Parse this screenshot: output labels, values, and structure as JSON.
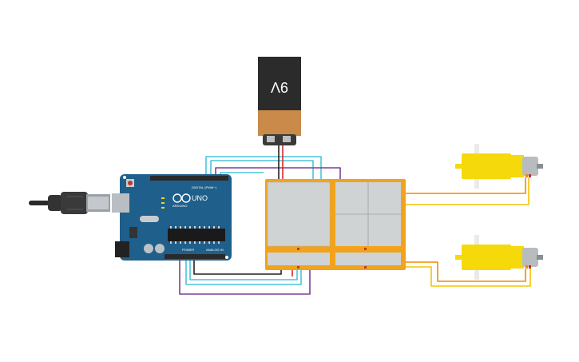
{
  "battery": {
    "label": "9V"
  },
  "arduino": {
    "logo": "UNO",
    "brand": "ARDUINO",
    "header_digital": "DIGITAL (PWM~)",
    "header_power": "POWER",
    "header_analog": "ANALOG IN"
  },
  "colors": {
    "board": "#1f5f8b",
    "battery_top": "#2b2b2b",
    "battery_bottom": "#c98a4a",
    "breadboard_frame": "#f2a31b",
    "breadboard_fill": "#cfd3d4",
    "motor_body": "#f5d90a",
    "wire_cyan": "#4cc3d9",
    "wire_purple": "#7b3f97",
    "wire_black": "#222222",
    "wire_red": "#d62828",
    "wire_orange": "#f08c00",
    "wire_yellow": "#f5c400"
  },
  "components": {
    "motor_top": "dc-gear-motor",
    "motor_bottom": "dc-gear-motor",
    "driver_modules": 4
  }
}
